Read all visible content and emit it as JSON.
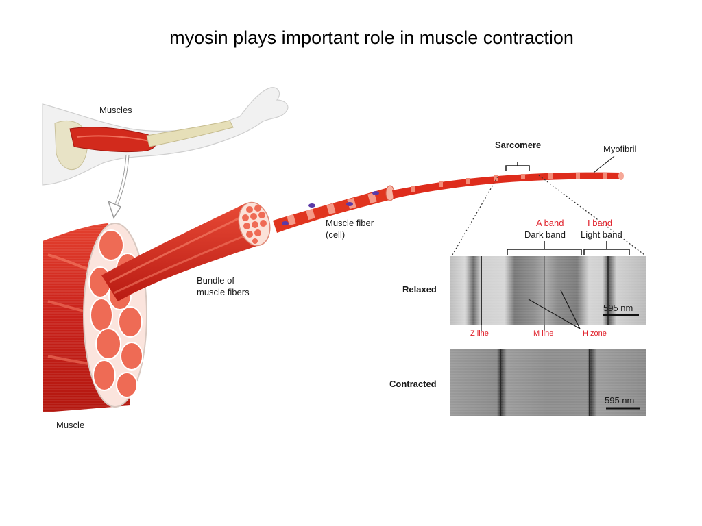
{
  "slide": {
    "title": "myosin plays important role in muscle contraction"
  },
  "diagram": {
    "labels": {
      "muscles": "Muscles",
      "muscle": "Muscle",
      "bundle_line1": "Bundle of",
      "bundle_line2": "muscle fibers",
      "fiber_line1": "Muscle fiber",
      "fiber_line2": "(cell)",
      "sarcomere": "Sarcomere",
      "myofibril": "Myofibril",
      "a_band": "A band",
      "dark_band": "Dark band",
      "i_band": "I band",
      "light_band": "Light band",
      "relaxed": "Relaxed",
      "contracted": "Contracted",
      "z_line": "Z line",
      "m_line": "M line",
      "h_zone": "H zone",
      "scale_relaxed": "595 nm",
      "scale_contracted": "595 nm"
    },
    "colors": {
      "muscle_red": "#d42a1e",
      "muscle_dark": "#a8180f",
      "muscle_light": "#f0705c",
      "band_label_red": "#e0202a",
      "micrograph_gray": "#8c8c8c"
    }
  }
}
